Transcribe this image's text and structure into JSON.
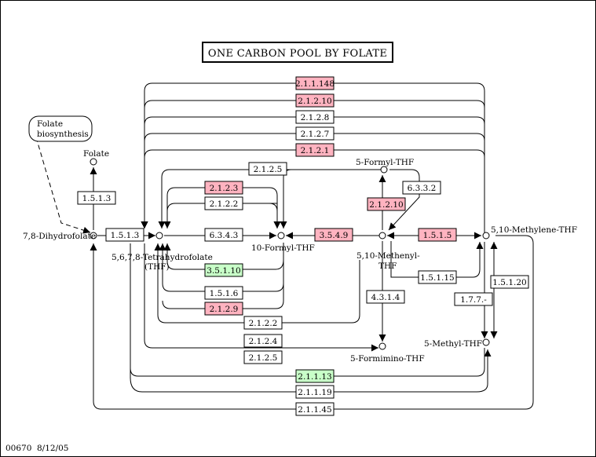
{
  "title": "ONE CARBON POOL BY FOLATE",
  "footer": {
    "map_id": "00670",
    "date": "8/12/05"
  },
  "colors": {
    "red": "#ffb3c0",
    "green": "#c8ffc8",
    "plain": "#ffffff",
    "line": "#000000"
  },
  "maps": {
    "folate_biosynthesis": "Folate biosynthesis"
  },
  "compounds": {
    "folate": "Folate",
    "dihydrofolate": "7,8-Dihydrofolate",
    "thf": "5,6,7,8-Tetrahydrofolate",
    "thf_abbr": "(THF)",
    "formyl10": "10-Formyl-THF",
    "formyl5": "5-Formyl-THF",
    "methenyl": "5,10-Methenyl-",
    "methenyl_abbr": "THF",
    "methylene": "5,10-Methylene-THF",
    "methyl": "5-Methyl-THF",
    "formimino": "5-Formimino-THF"
  },
  "enzymes": {
    "e211148": "2.1.1.148",
    "e21210a": "2.1.2.10",
    "e2128": "2.1.2.8",
    "e2127": "2.1.2.7",
    "e2121": "2.1.2.1",
    "e2125a": "2.1.2.5",
    "e2123": "2.1.2.3",
    "e2122a": "2.1.2.2",
    "e1513a": "1.5.1.3",
    "e1513b": "1.5.1.3",
    "e6343": "6.3.4.3",
    "e3549": "3.5.4.9",
    "e1515": "1.5.1.5",
    "e21210b": "2.1.2.10",
    "e6332": "6.3.3.2",
    "e35110": "3.5.1.10",
    "e1516": "1.5.1.6",
    "e2129": "2.1.2.9",
    "e2122b": "2.1.2.2",
    "e2124": "2.1.2.4",
    "e2125b": "2.1.2.5",
    "e15115": "1.5.1.15",
    "e4314": "4.3.1.4",
    "e177": "1.7.7.-",
    "e15120": "1.5.1.20",
    "e21113": "2.1.1.13",
    "e21119": "2.1.1.19",
    "e21145": "2.1.1.45"
  }
}
